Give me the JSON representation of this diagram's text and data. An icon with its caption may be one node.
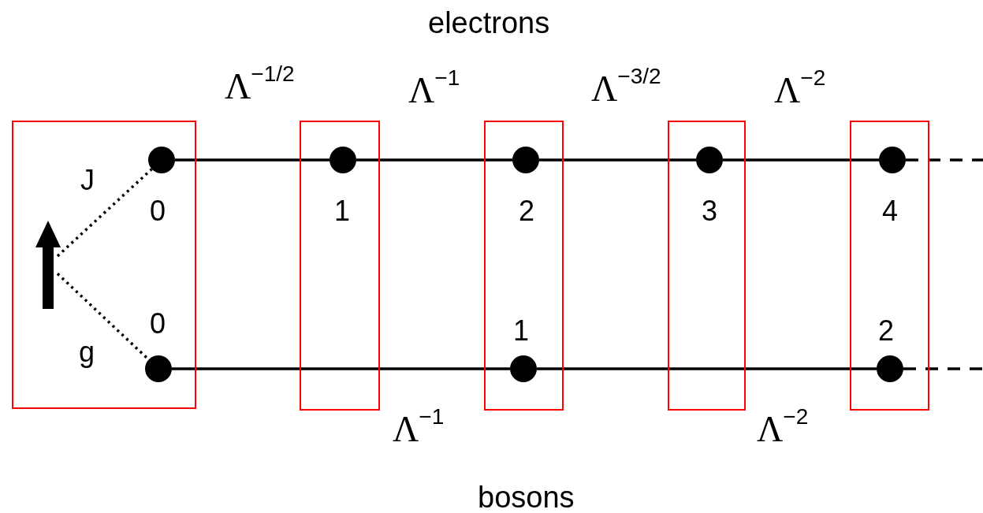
{
  "diagram": {
    "nodes": [
      {
        "text": [],
        "shape": "box"
      },
      {
        "text": [],
        "shape": "arrow",
        "in": 0
      },
      {
        "text": [],
        "shape": "circle",
        "in": 0,
        "beside": [
          "0"
        ]
      },
      {
        "text": [],
        "shape": "circle",
        "in": 0,
        "beside": [
          "0"
        ]
      },
      {
        "text": [],
        "shape": "box"
      },
      {
        "text": [],
        "shape": "circle",
        "in": 4,
        "beside": [
          "1"
        ]
      },
      {
        "text": [],
        "shape": "box"
      },
      {
        "text": [],
        "shape": "circle",
        "in": 6,
        "beside": [
          "2"
        ]
      },
      {
        "text": [],
        "shape": "circle",
        "in": 6,
        "beside": [
          "1"
        ]
      },
      {
        "text": [],
        "shape": "box"
      },
      {
        "text": [],
        "shape": "circle",
        "in": 9,
        "beside": [
          "3"
        ]
      },
      {
        "text": [],
        "shape": "box"
      },
      {
        "text": [],
        "shape": "circle",
        "in": 11,
        "beside": [
          "4"
        ]
      },
      {
        "text": [],
        "shape": "circle",
        "in": 11,
        "beside": [
          "2"
        ]
      }
    ],
    "edges": [
      {
        "from": 1,
        "to": 2,
        "arrow": "none",
        "style": "dashed",
        "label": "J"
      },
      {
        "from": 1,
        "to": 3,
        "arrow": "none",
        "style": "dashed",
        "label": "g"
      },
      {
        "from": 2,
        "to": 5,
        "arrow": "none",
        "label": "Λ$^{−1/2}$"
      },
      {
        "from": 5,
        "to": 7,
        "arrow": "none",
        "label": "Λ$^{−1}$"
      },
      {
        "from": 7,
        "to": 10,
        "arrow": "none",
        "label": "Λ$^{−3/2}$"
      },
      {
        "from": 10,
        "to": 12,
        "arrow": "none",
        "label": "Λ$^{−2}$"
      },
      {
        "from": 3,
        "to": 8,
        "arrow": "none",
        "label": "Λ$^{−1}$"
      },
      {
        "from": 8,
        "to": 13,
        "arrow": "none",
        "label": "Λ$^{−2}$"
      },
      {
        "from": 12,
        "to": null,
        "arrow": "none",
        "style": "dashed"
      },
      {
        "from": 13,
        "to": null,
        "arrow": "none",
        "style": "dashed"
      }
    ],
    "labels": [
      "electrons",
      "bosons"
    ]
  }
}
